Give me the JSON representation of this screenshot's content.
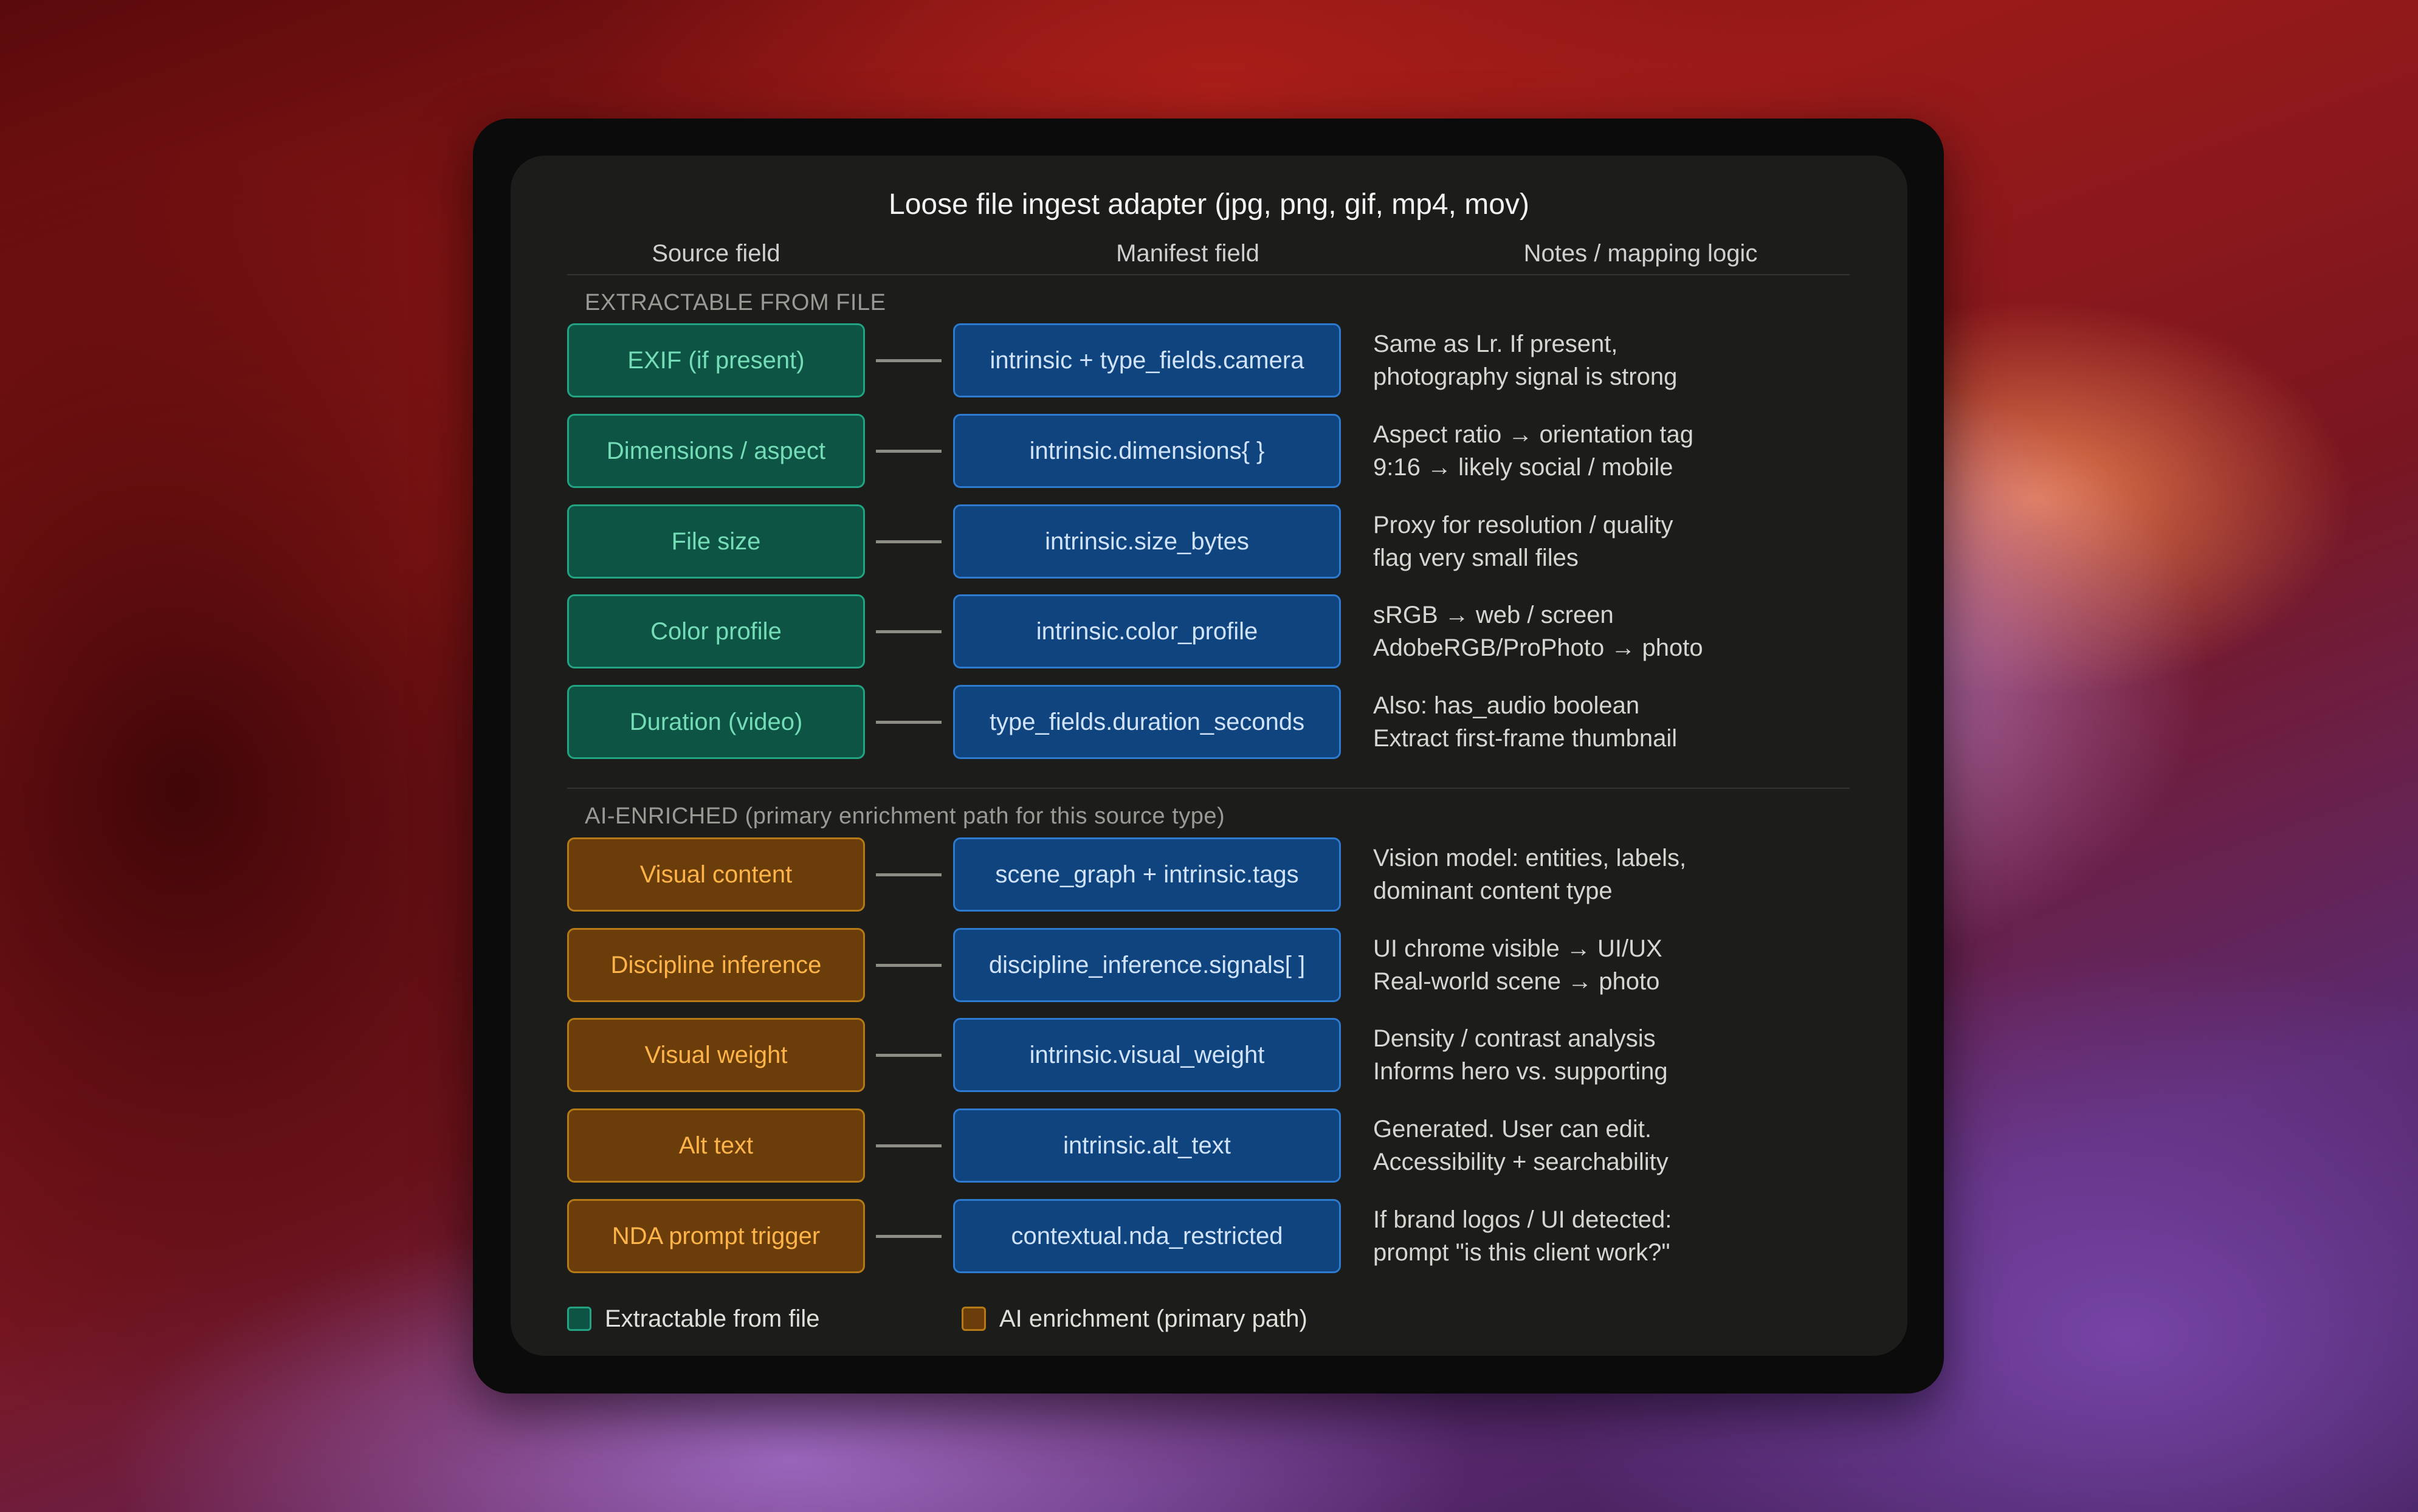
{
  "diagram": {
    "title": "Loose file ingest adapter (jpg, png, gif, mp4, mov)",
    "columns": [
      "Source field",
      "Manifest field",
      "Notes / mapping logic"
    ],
    "sections": [
      {
        "label": "EXTRACTABLE FROM FILE",
        "kind": "extractable",
        "rows": [
          {
            "source": "EXIF (if present)",
            "manifest": "intrinsic + type_fields.camera",
            "note": [
              "Same as Lr. If present,",
              "photography signal is strong"
            ]
          },
          {
            "source": "Dimensions / aspect",
            "manifest": "intrinsic.dimensions{ }",
            "note": [
              "Aspect ratio → orientation tag",
              "9:16 → likely social / mobile"
            ]
          },
          {
            "source": "File size",
            "manifest": "intrinsic.size_bytes",
            "note": [
              "Proxy for resolution / quality",
              "flag very small files"
            ]
          },
          {
            "source": "Color profile",
            "manifest": "intrinsic.color_profile",
            "note": [
              "sRGB → web / screen",
              "AdobeRGB/ProPhoto → photo"
            ]
          },
          {
            "source": "Duration (video)",
            "manifest": "type_fields.duration_seconds",
            "note": [
              "Also: has_audio boolean",
              "Extract first-frame thumbnail"
            ]
          }
        ]
      },
      {
        "label": "AI-ENRICHED (primary enrichment path for this source type)",
        "kind": "ai",
        "rows": [
          {
            "source": "Visual content",
            "manifest": "scene_graph + intrinsic.tags",
            "note": [
              "Vision model: entities, labels,",
              "dominant content type"
            ]
          },
          {
            "source": "Discipline inference",
            "manifest": "discipline_inference.signals[ ]",
            "note": [
              "UI chrome visible → UI/UX",
              "Real-world scene → photo"
            ]
          },
          {
            "source": "Visual weight",
            "manifest": "intrinsic.visual_weight",
            "note": [
              "Density / contrast analysis",
              "Informs hero vs. supporting"
            ]
          },
          {
            "source": "Alt text",
            "manifest": "intrinsic.alt_text",
            "note": [
              "Generated. User can edit.",
              "Accessibility + searchability"
            ]
          },
          {
            "source": "NDA prompt trigger",
            "manifest": "contextual.nda_restricted",
            "note": [
              "If brand logos / UI detected:",
              "prompt \"is this client work?\""
            ]
          }
        ]
      }
    ],
    "legend": [
      {
        "label": "Extractable from file",
        "kind": "extractable"
      },
      {
        "label": "AI enrichment (primary path)",
        "kind": "ai"
      }
    ]
  },
  "colors": {
    "extractable_fill": "#0e5444",
    "extractable_border": "#22a381",
    "extractable_text": "#74dcb6",
    "ai_fill": "#6a3d0a",
    "ai_border": "#b57a16",
    "ai_text": "#ffb44a",
    "manifest_fill": "#0f447e",
    "manifest_border": "#2d7ad0",
    "manifest_text": "#d0e3fa"
  }
}
